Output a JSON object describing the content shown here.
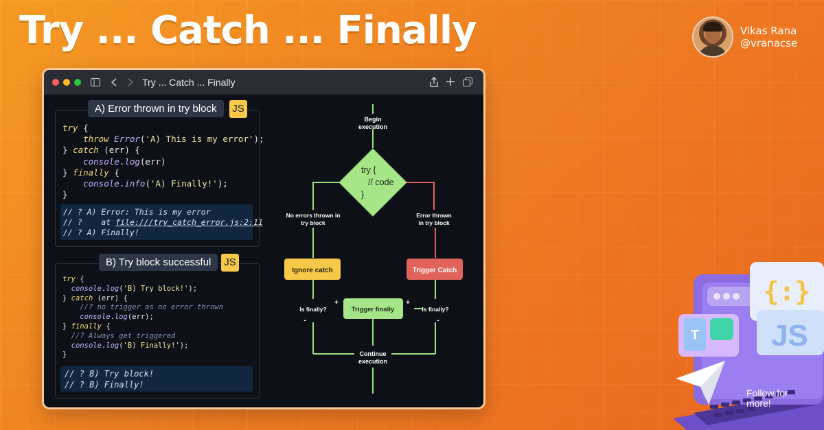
{
  "page": {
    "title": "Try ... Catch ... Finally"
  },
  "author": {
    "name": "Vikas Rana",
    "handle": "@vranacse"
  },
  "window": {
    "title": "Try ... Catch ... Finally"
  },
  "panel_a": {
    "heading": "A) Error thrown in try block",
    "badge": "JS",
    "code": [
      [
        "try {"
      ],
      [
        "    throw Error('A) This is my error');"
      ],
      [
        "} catch (err) {"
      ],
      [
        "    console.log(err)"
      ],
      [
        "} finally {"
      ],
      [
        "    console.info('A) Finally!');"
      ],
      [
        "}"
      ]
    ],
    "output": [
      "// ? A) Error: This is my error",
      "// ?    at ",
      "file:///try_catch_error.js:2:11",
      "// ? A) Finally!"
    ]
  },
  "panel_b": {
    "heading": "B) Try block successful",
    "badge": "JS",
    "output": [
      "// ? B) Try block!",
      "// ? B) Finally!"
    ]
  },
  "flowchart": {
    "begin": [
      "Begin",
      "execution"
    ],
    "try_block": [
      "try {",
      "// code",
      "}"
    ],
    "left_branch": [
      "No errors thrown in",
      "try block"
    ],
    "right_branch": [
      "Error thrown",
      "in try block"
    ],
    "ignore_catch": "Ignore catch",
    "trigger_catch": "Trigger Catch",
    "is_finally_left": "Is finally?",
    "is_finally_right": "Is finally?",
    "trigger_finally": "Trigger finally",
    "plus": "+",
    "minus": "-",
    "continue": [
      "Continue",
      "execution"
    ]
  },
  "colors": {
    "green": "#a6e588",
    "red": "#e0625a",
    "yellow": "#f7c948",
    "line_green": "#9ee07a"
  },
  "footer": {
    "follow": [
      "Follow for",
      "more!"
    ]
  },
  "decoration": {
    "brace_glyph": "{:}",
    "js_label": "JS",
    "t_label": "T"
  }
}
